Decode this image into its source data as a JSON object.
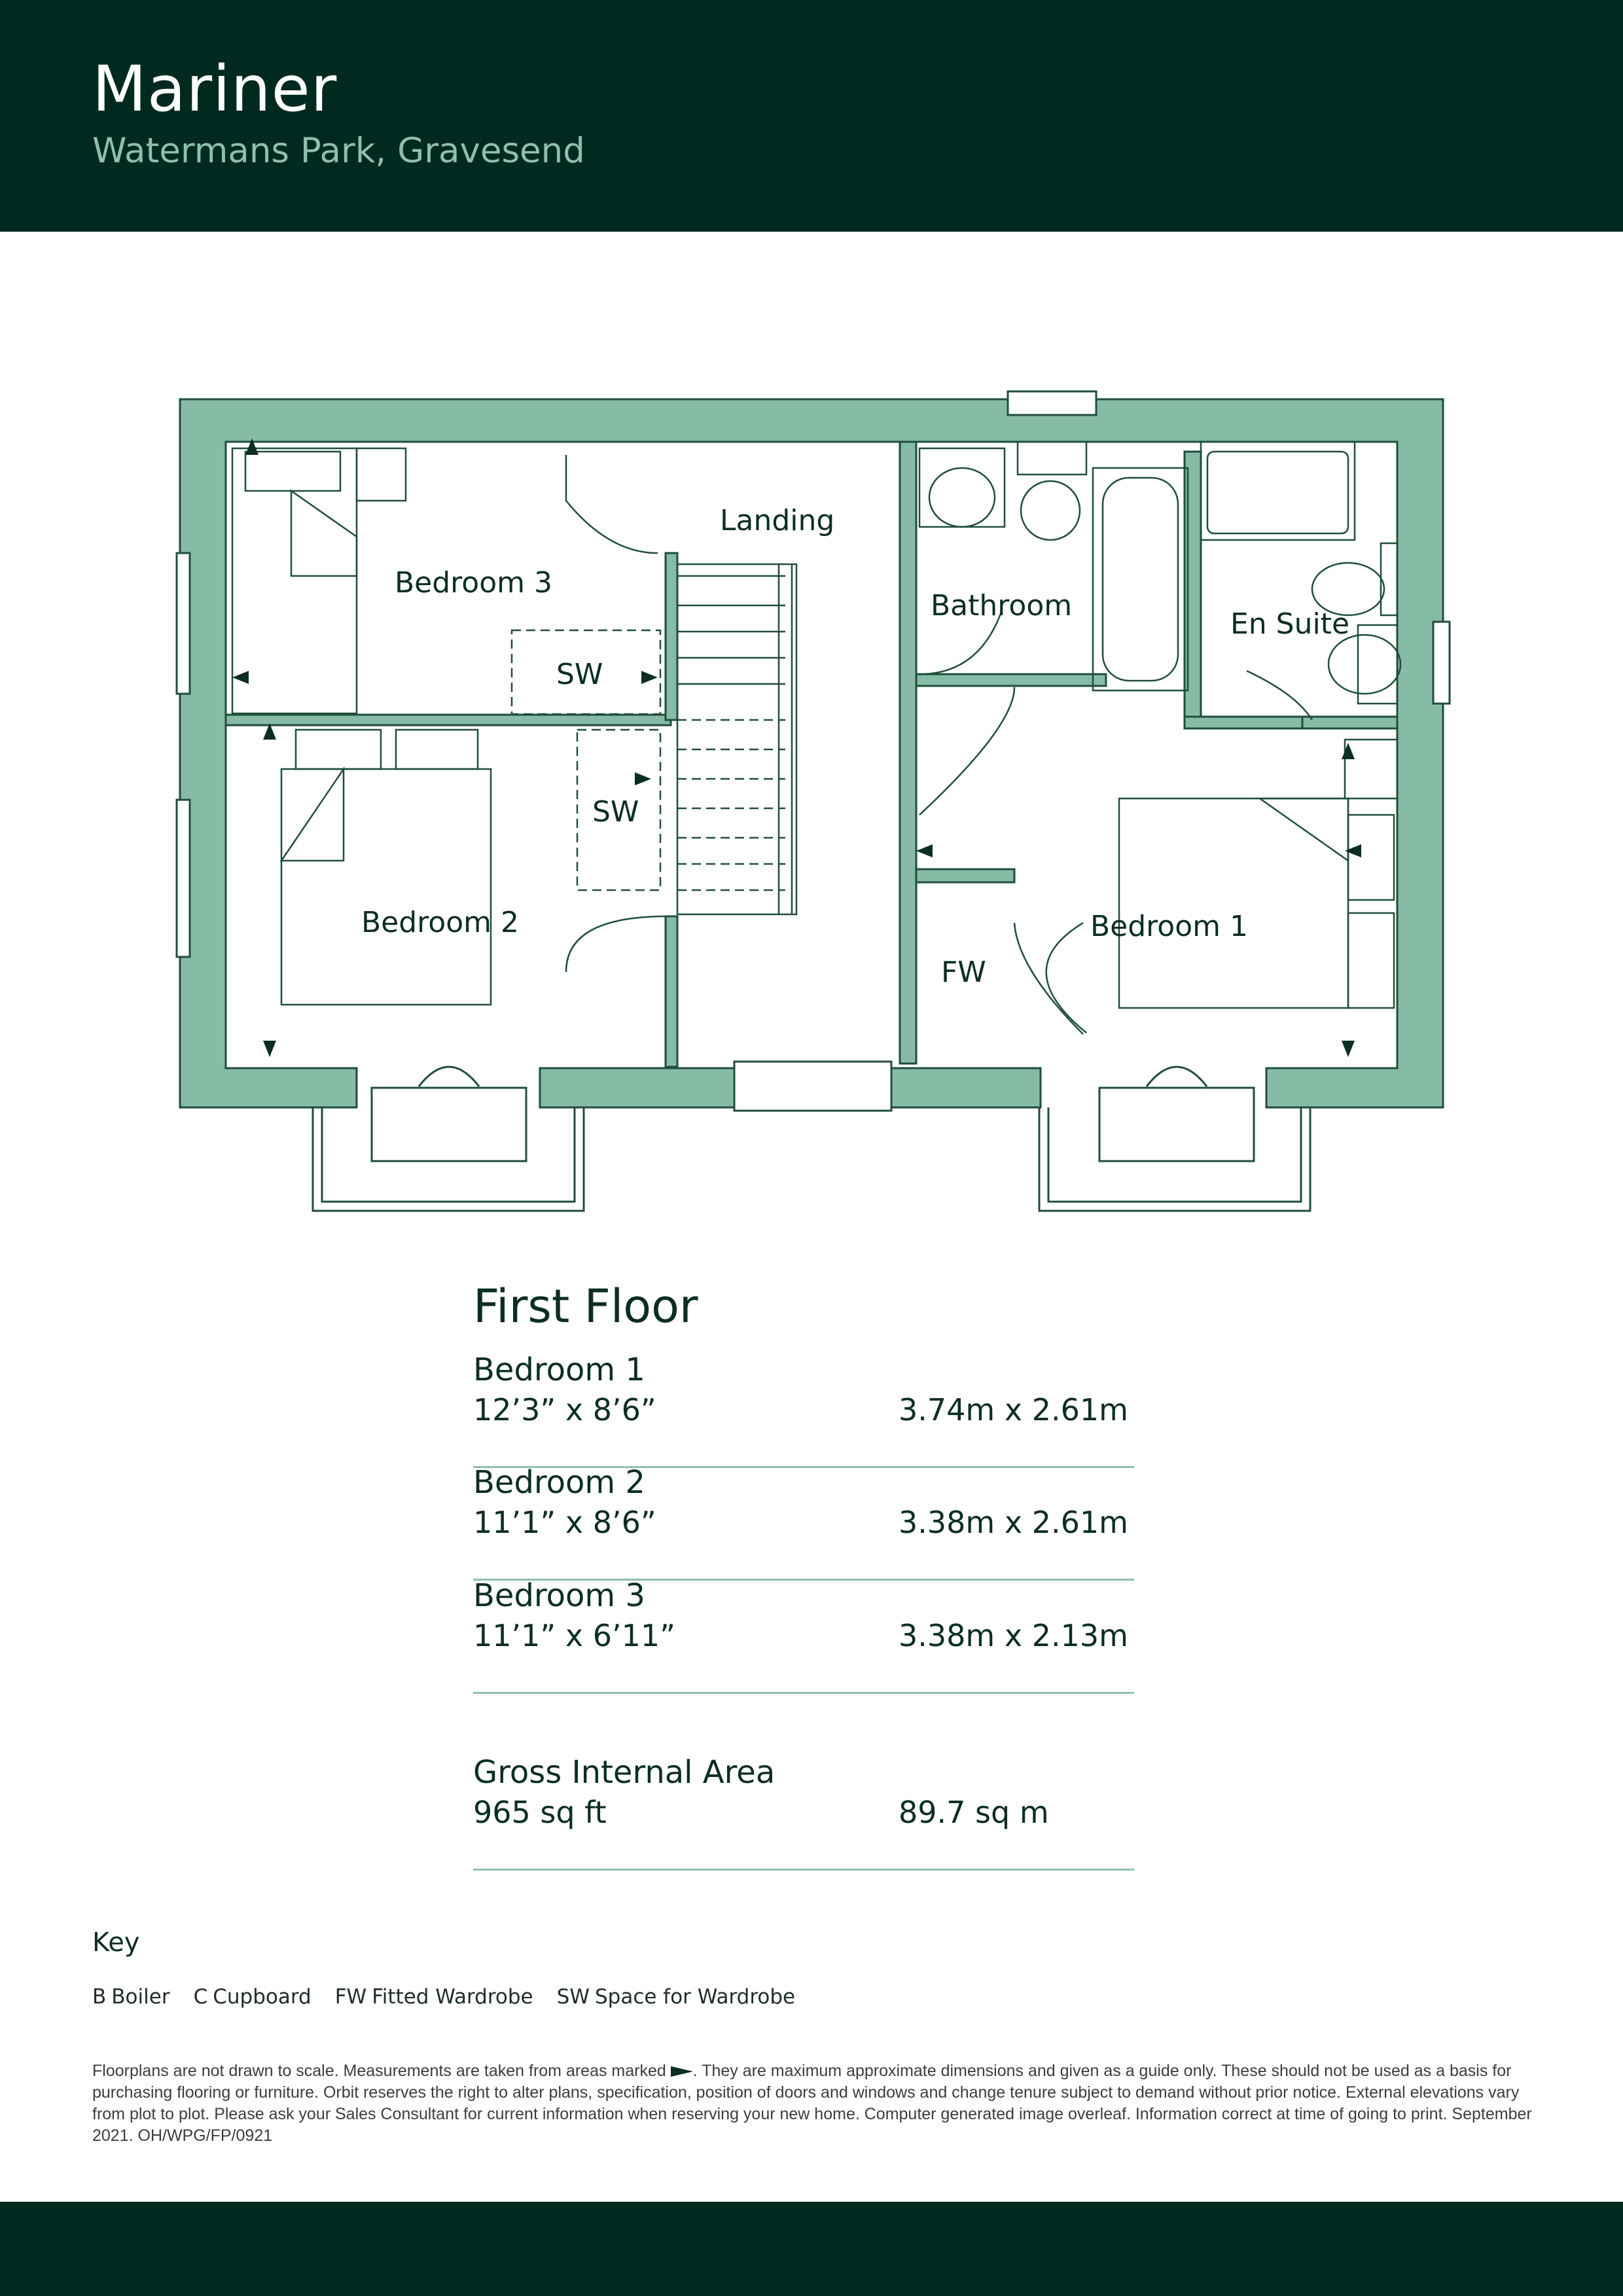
{
  "header": {
    "title": "Mariner",
    "subtitle": "Watermans Park, Gravesend"
  },
  "colors": {
    "brand_dark": "#002a1f",
    "wall_green": "#86bba6",
    "accent_text": "#8fbfad",
    "line": "#8fc0ab"
  },
  "plan": {
    "rooms": {
      "bedroom3": "Bedroom 3",
      "landing": "Landing",
      "bathroom": "Bathroom",
      "en_suite": "En Suite",
      "bedroom2": "Bedroom 2",
      "bedroom1": "Bedroom 1",
      "sw1": "SW",
      "sw2": "SW",
      "fw": "FW"
    }
  },
  "schedule": {
    "floor_title": "First Floor",
    "rooms": [
      {
        "name": "Bedroom 1",
        "imperial": "12’3” x 8’6”",
        "metric": "3.74m x 2.61m"
      },
      {
        "name": "Bedroom 2",
        "imperial": "11’1” x 8’6”",
        "metric": "3.38m x 2.61m"
      },
      {
        "name": "Bedroom 3",
        "imperial": "11’1” x 6’11”",
        "metric": "3.38m x 2.13m"
      }
    ],
    "gia": {
      "name": "Gross Internal Area",
      "imperial": "965 sq ft",
      "metric": "89.7 sq m"
    }
  },
  "key": {
    "title": "Key",
    "items": [
      {
        "abbr": "B",
        "label": "Boiler"
      },
      {
        "abbr": "C",
        "label": "Cupboard"
      },
      {
        "abbr": "FW",
        "label": "Fitted Wardrobe"
      },
      {
        "abbr": "SW",
        "label": "Space for Wardrobe"
      }
    ]
  },
  "disclaimer": {
    "before_marker": "Floorplans are not drawn to scale. Measurements are taken from areas marked",
    "after_marker": ". They are maximum approximate dimensions and given as a guide only. These should not be used as a basis for purchasing flooring or furniture. Orbit reserves the right to alter plans, specification, position of doors and windows and change tenure subject to demand without prior notice. External elevations vary from plot to plot. Please ask your Sales Consultant for current information when reserving your new home. Computer generated image overleaf. Information correct at time of going to print. September 2021. OH/WPG/FP/0921"
  }
}
